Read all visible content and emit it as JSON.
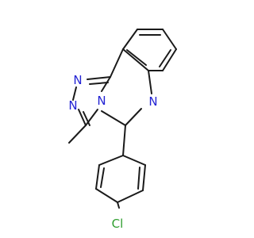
{
  "structure": {
    "atoms": {
      "n1": "N",
      "n2": "N",
      "n4": "N",
      "n6": "N",
      "cl": "Cl"
    },
    "colors": {
      "bond": "#1a1a1a",
      "nitrogen": "#2323d4",
      "chlorine": "#2f9e2f"
    }
  }
}
